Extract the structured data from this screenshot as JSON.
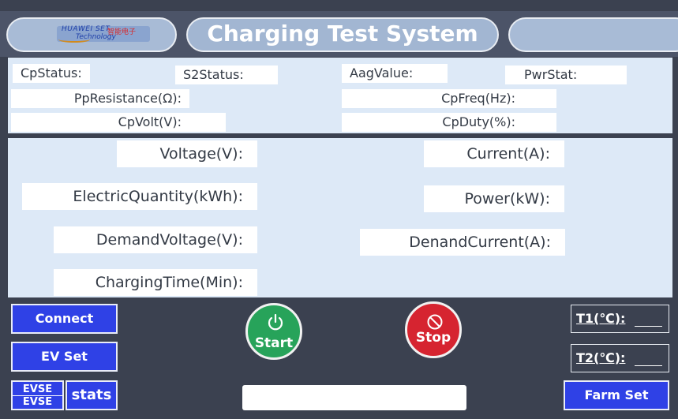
{
  "header": {
    "title": "Charging Test System",
    "logo": {
      "text_line1": "HUAWEI SET",
      "text_cn": "智能电子",
      "text_line2": "Technology"
    }
  },
  "status": {
    "cp_status": "CpStatus:",
    "s2_status": "S2Status:",
    "aag_value": "AagValue:",
    "pwr_stat": "PwrStat:",
    "pp_resistance": "PpResistance(Ω):",
    "cp_freq": "CpFreq(Hz):",
    "cp_volt": "CpVolt(V):",
    "cp_duty": "CpDuty(%):"
  },
  "measure": {
    "voltage": "Voltage(V):",
    "current": "Current(A):",
    "electric_quantity": "ElectricQuantity(kWh):",
    "power": "Power(kW):",
    "demand_voltage": "DemandVoltage(V):",
    "demand_current": "DenandCurrent(A):",
    "charging_time": "ChargingTime(Min):"
  },
  "controls": {
    "connect": "Connect",
    "ev_set": "EV Set",
    "evse_top": "EVSE",
    "evse_bottom": "EVSE",
    "stats": "stats",
    "start": "Start",
    "stop": "Stop",
    "t1": "T1(℃):",
    "t2": "T2(℃):",
    "farm_set": "Farm Set"
  },
  "message_box": {
    "value": ""
  },
  "colors": {
    "background": "#3b4150",
    "panel": "#dde9f7",
    "button_blue": "#2f41e6",
    "start_green": "#27a35a",
    "stop_red": "#d62430"
  },
  "icons": {
    "start": "power-icon",
    "stop": "stop-circle-icon"
  }
}
